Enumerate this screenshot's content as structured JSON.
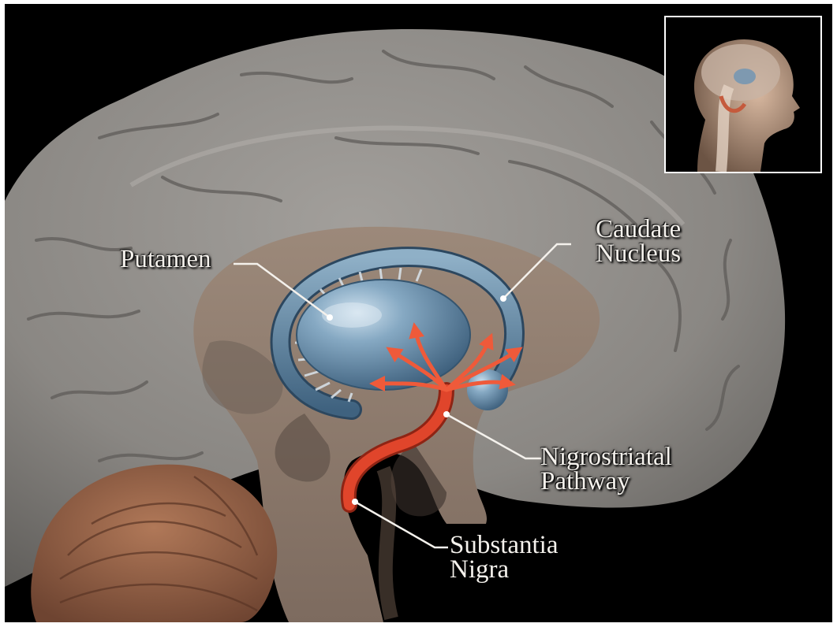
{
  "labels": {
    "putamen": "Putamen",
    "caudate": [
      "Caudate",
      "Nucleus"
    ],
    "nigrostriatal": [
      "Nigrostriatal",
      "Pathway"
    ],
    "substantia": [
      "Substantia",
      "Nigra"
    ]
  },
  "colors": {
    "background": "#000000",
    "cortex": "#8d8a86",
    "midline_section": "#8e7b6d",
    "striatum": "#5f84a3",
    "pathway": "#e0452b",
    "cerebellum": "#9a6446",
    "label_text": "#f4f1ec"
  },
  "inset": {
    "icon": "head-with-brain-icon"
  }
}
